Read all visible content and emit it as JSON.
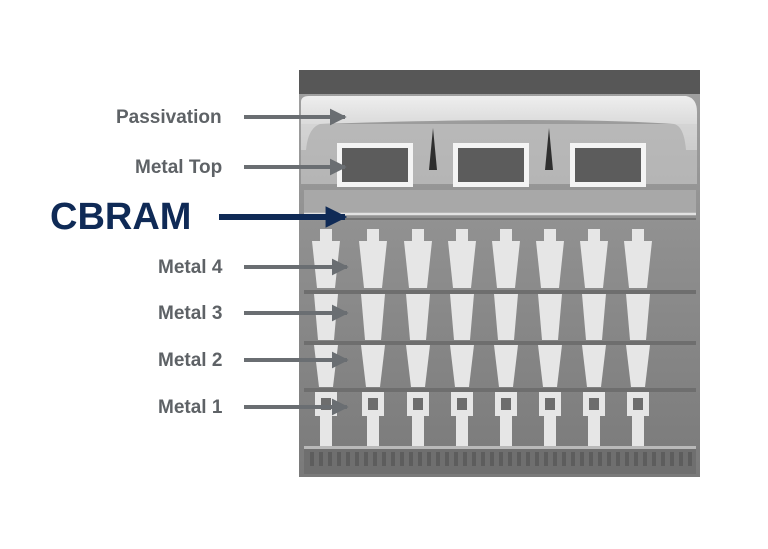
{
  "diagram": {
    "colors": {
      "label_gray": "#5e6266",
      "arrow_gray": "#6a6e72",
      "highlight_navy": "#0f2a56",
      "sem_background": "#8a8a8a",
      "metal_fill": "#e6e6e6",
      "top_band": "#555555"
    },
    "labels": [
      {
        "id": "passivation",
        "text": "Passivation",
        "emphasis": false
      },
      {
        "id": "metal-top",
        "text": "Metal Top",
        "emphasis": false
      },
      {
        "id": "cbram",
        "text": "CBRAM",
        "emphasis": true
      },
      {
        "id": "metal-4",
        "text": "Metal 4",
        "emphasis": false
      },
      {
        "id": "metal-3",
        "text": "Metal 3",
        "emphasis": false
      },
      {
        "id": "metal-2",
        "text": "Metal 2",
        "emphasis": false
      },
      {
        "id": "metal-1",
        "text": "Metal 1",
        "emphasis": false
      }
    ]
  }
}
